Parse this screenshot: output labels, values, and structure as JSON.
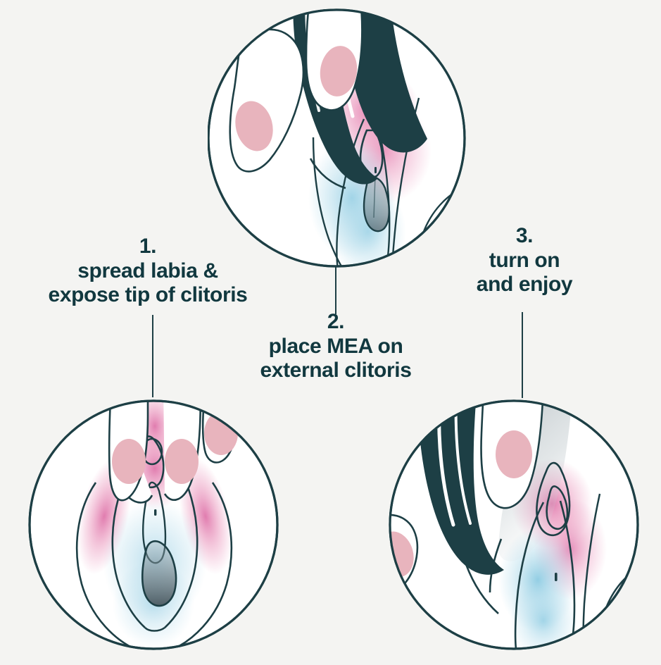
{
  "page": {
    "background_color": "#f4f4f2",
    "ink_color": "#1d3f45",
    "text_color": "#11383f",
    "nail_pink": "#e8b4bd",
    "blush_pink": "#e87fae",
    "blush_blue": "#8fcbe0",
    "device_gray": "#56666c"
  },
  "steps": [
    {
      "number": "1.",
      "line1": "spread labia &",
      "line2": "expose tip of clitoris",
      "illustration_name": "vulva-labia-spread-illustration"
    },
    {
      "number": "2.",
      "line1": "place MEA on",
      "line2": "external clitoris",
      "illustration_name": "hand-placing-device-illustration"
    },
    {
      "number": "3.",
      "line1": "turn on",
      "line2": "and enjoy",
      "illustration_name": "device-activated-illustration"
    }
  ]
}
